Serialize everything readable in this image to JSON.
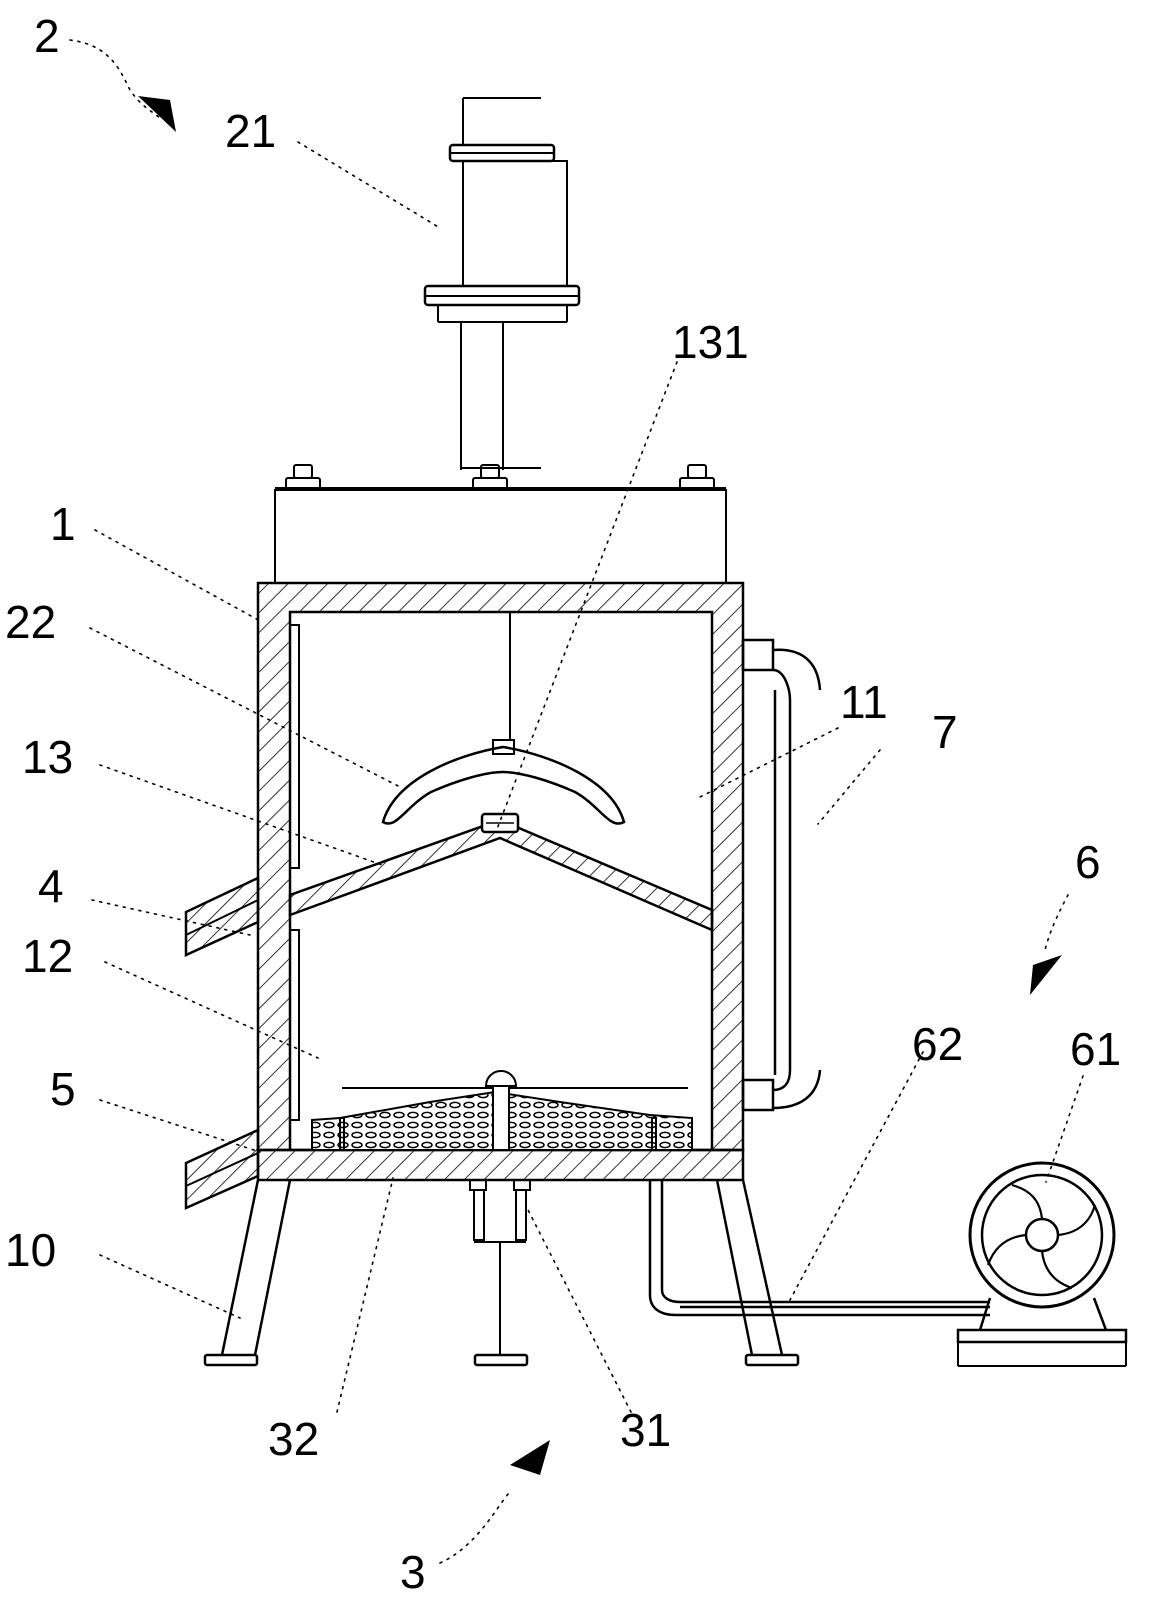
{
  "labels": {
    "l1": "1",
    "l2": "2",
    "l3": "3",
    "l4": "4",
    "l5": "5",
    "l6": "6",
    "l7": "7",
    "l10": "10",
    "l11": "11",
    "l12": "12",
    "l13": "13",
    "l21": "21",
    "l22": "22",
    "l31": "31",
    "l32": "32",
    "l61": "61",
    "l62": "62",
    "l131": "131"
  },
  "colors": {
    "line": "#000000",
    "background": "#ffffff"
  }
}
